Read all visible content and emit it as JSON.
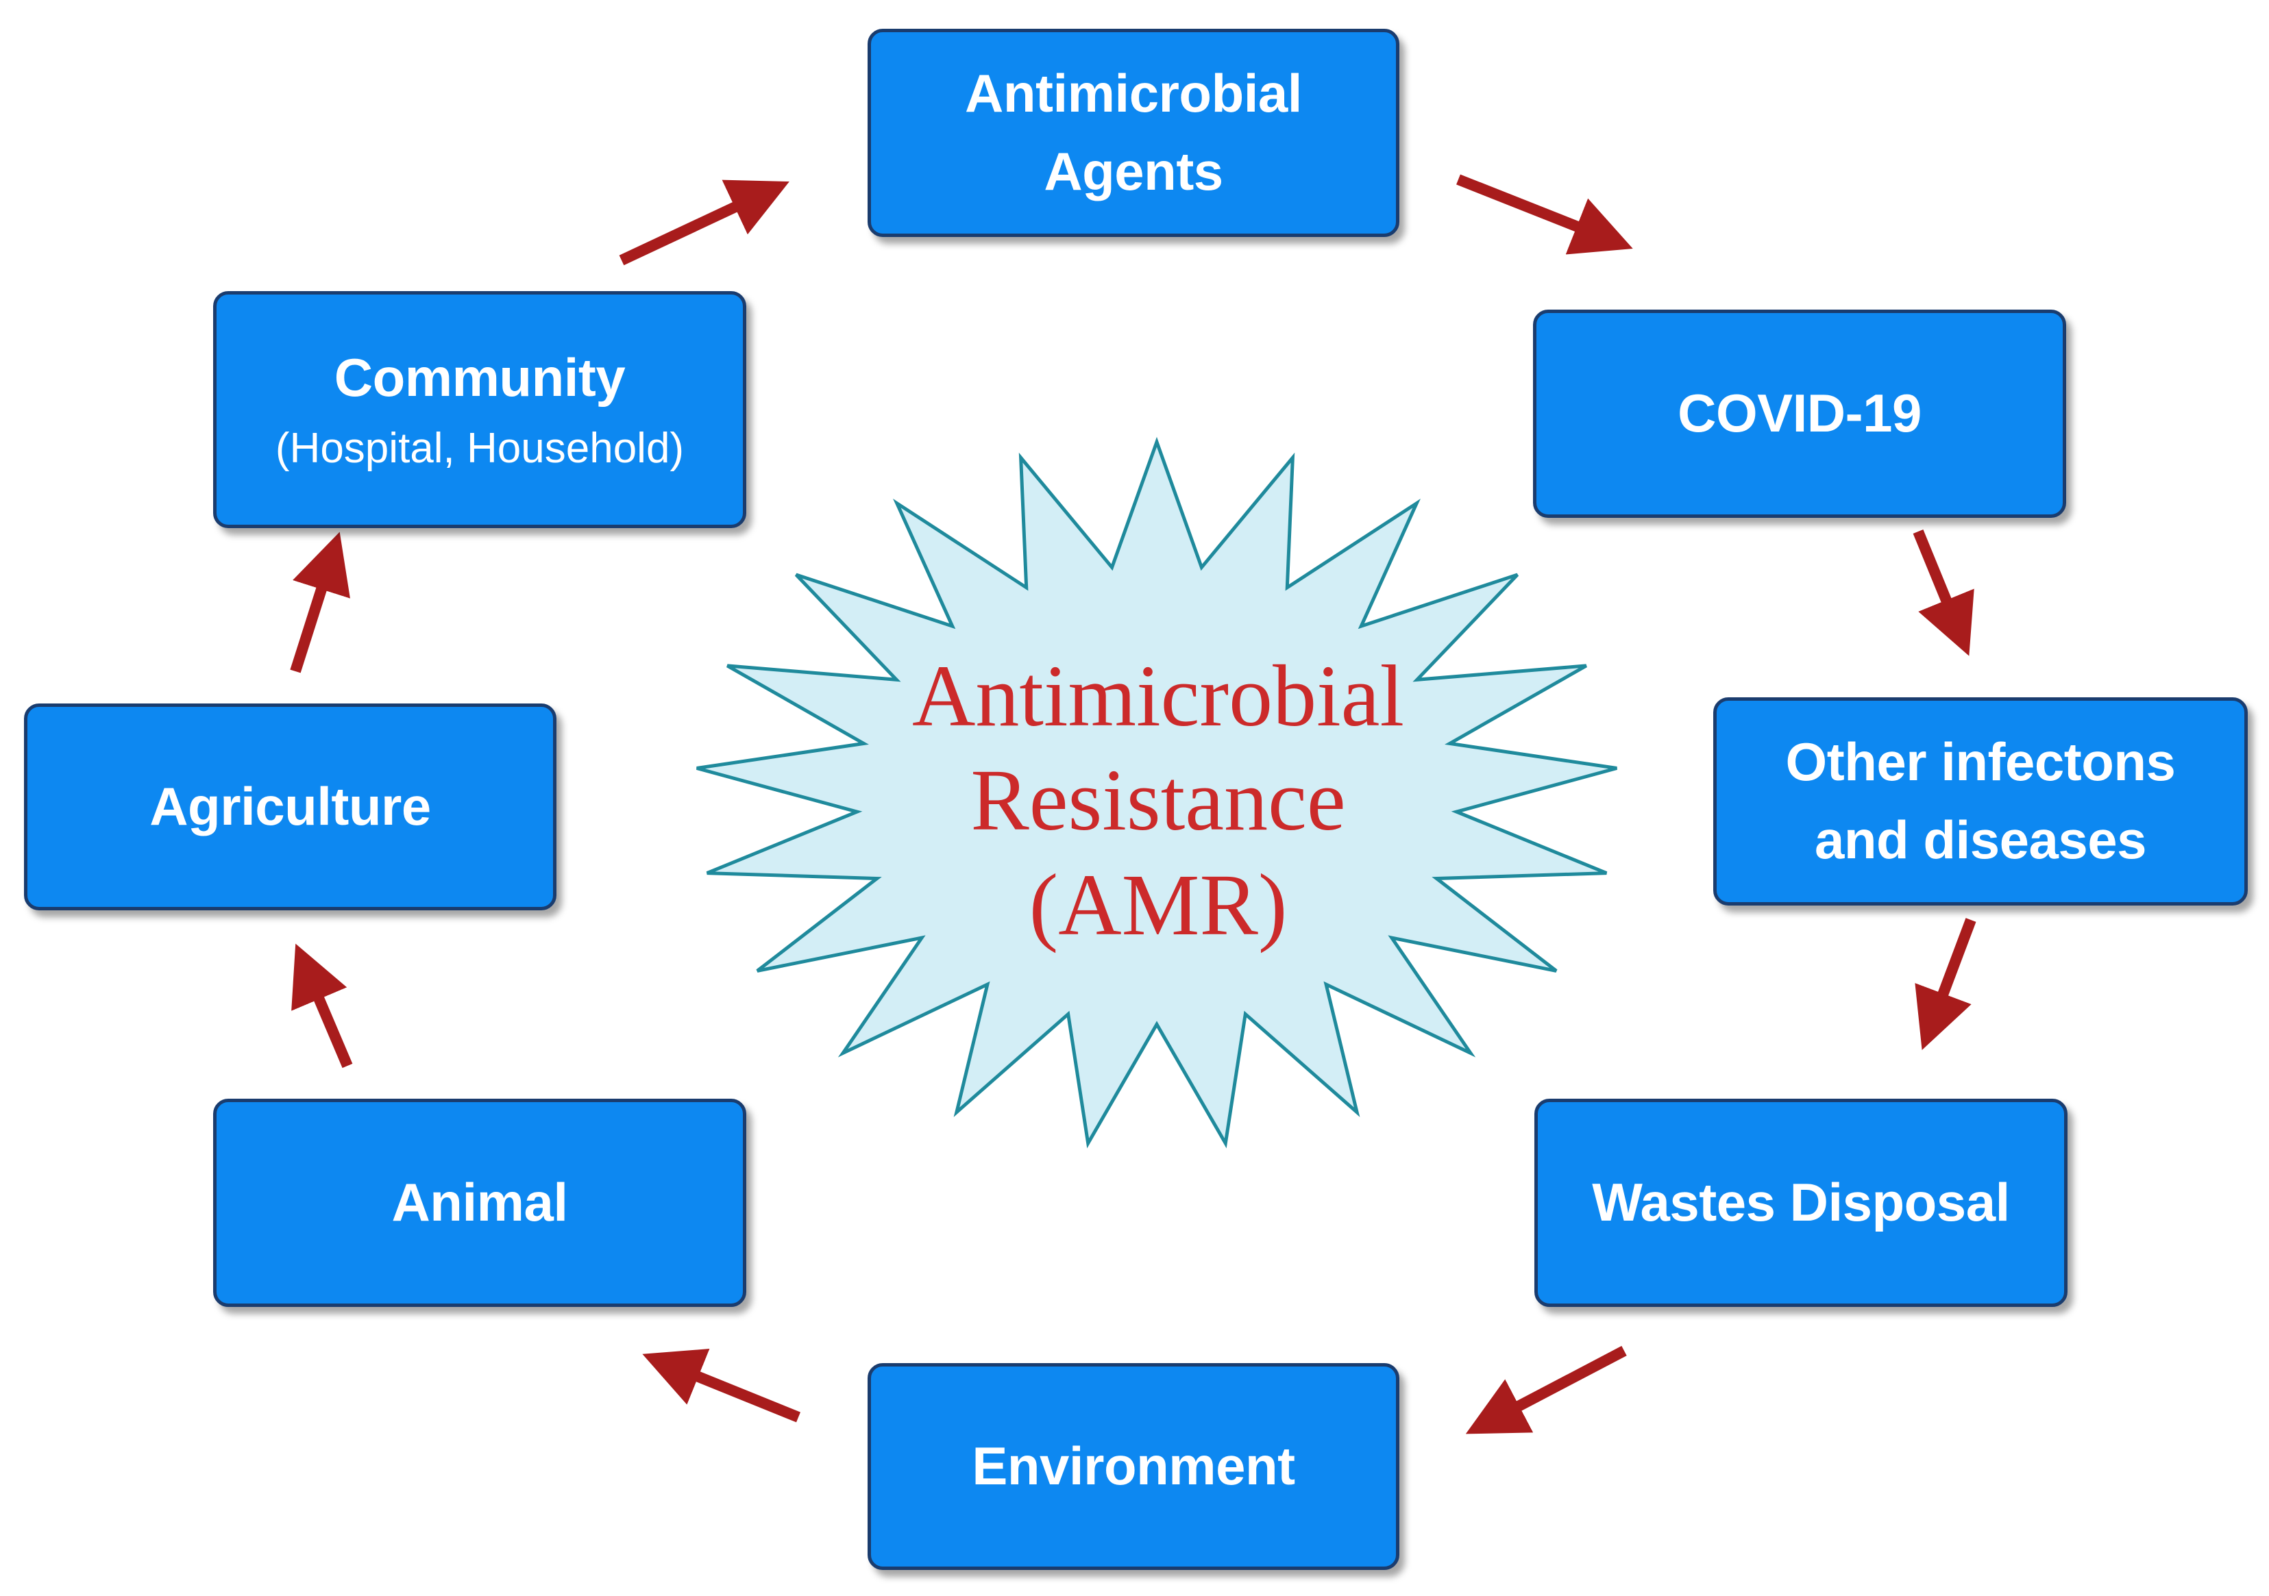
{
  "diagram": {
    "center": {
      "lines": [
        "Antimicrobial",
        "Resistance",
        "(AMR)"
      ]
    },
    "nodes": {
      "antimicrobial_agents": {
        "lines": [
          "Antimicrobial",
          "Agents"
        ]
      },
      "covid19": {
        "lines": [
          "COVID-19"
        ]
      },
      "other_infections": {
        "lines": [
          "Other infectons",
          "and diseases"
        ]
      },
      "wastes_disposal": {
        "lines": [
          "Wastes Disposal"
        ]
      },
      "environment": {
        "lines": [
          "Environment"
        ]
      },
      "animal": {
        "lines": [
          "Animal"
        ]
      },
      "agriculture": {
        "lines": [
          "Agriculture"
        ]
      },
      "community": {
        "title": "Community",
        "subtitle": "(Hospital, Household)"
      }
    }
  },
  "colors": {
    "box_fill": "#0d88f1",
    "box_border": "#1a3c6e",
    "arrow": "#a81c1c",
    "star_fill": "#d3eef6",
    "star_stroke": "#1f8a9c",
    "center_text": "#cc2a2a"
  }
}
